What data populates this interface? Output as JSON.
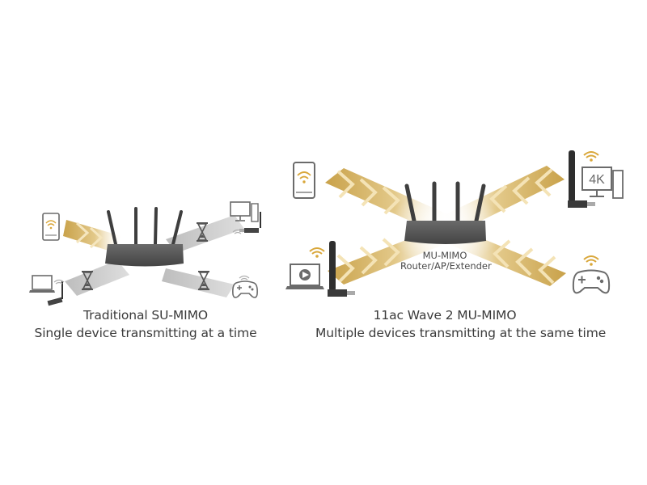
{
  "left_panel": {
    "title": "Traditional SU-MIMO",
    "subtitle": "Single device transmitting at a time"
  },
  "right_panel": {
    "title": "11ac Wave 2 MU-MIMO",
    "subtitle": "Multiple devices transmitting at the same time",
    "router_label_line1": "MU-MIMO",
    "router_label_line2": "Router/AP/Extender",
    "monitor_badge": "4K"
  },
  "colors": {
    "gold": "#c9a24a",
    "gold_light": "#e6cd8c",
    "gray_arrow": "#c9c9c9",
    "router": "#5a5a5a",
    "device": "#6b6b6b",
    "wifi_accent": "#d9a73a"
  },
  "icons": [
    "smartphone-icon",
    "laptop-icon",
    "desktop-icon",
    "gamepad-icon",
    "usb-adapter-icon",
    "hourglass-icon",
    "wifi-icon",
    "router-icon"
  ]
}
